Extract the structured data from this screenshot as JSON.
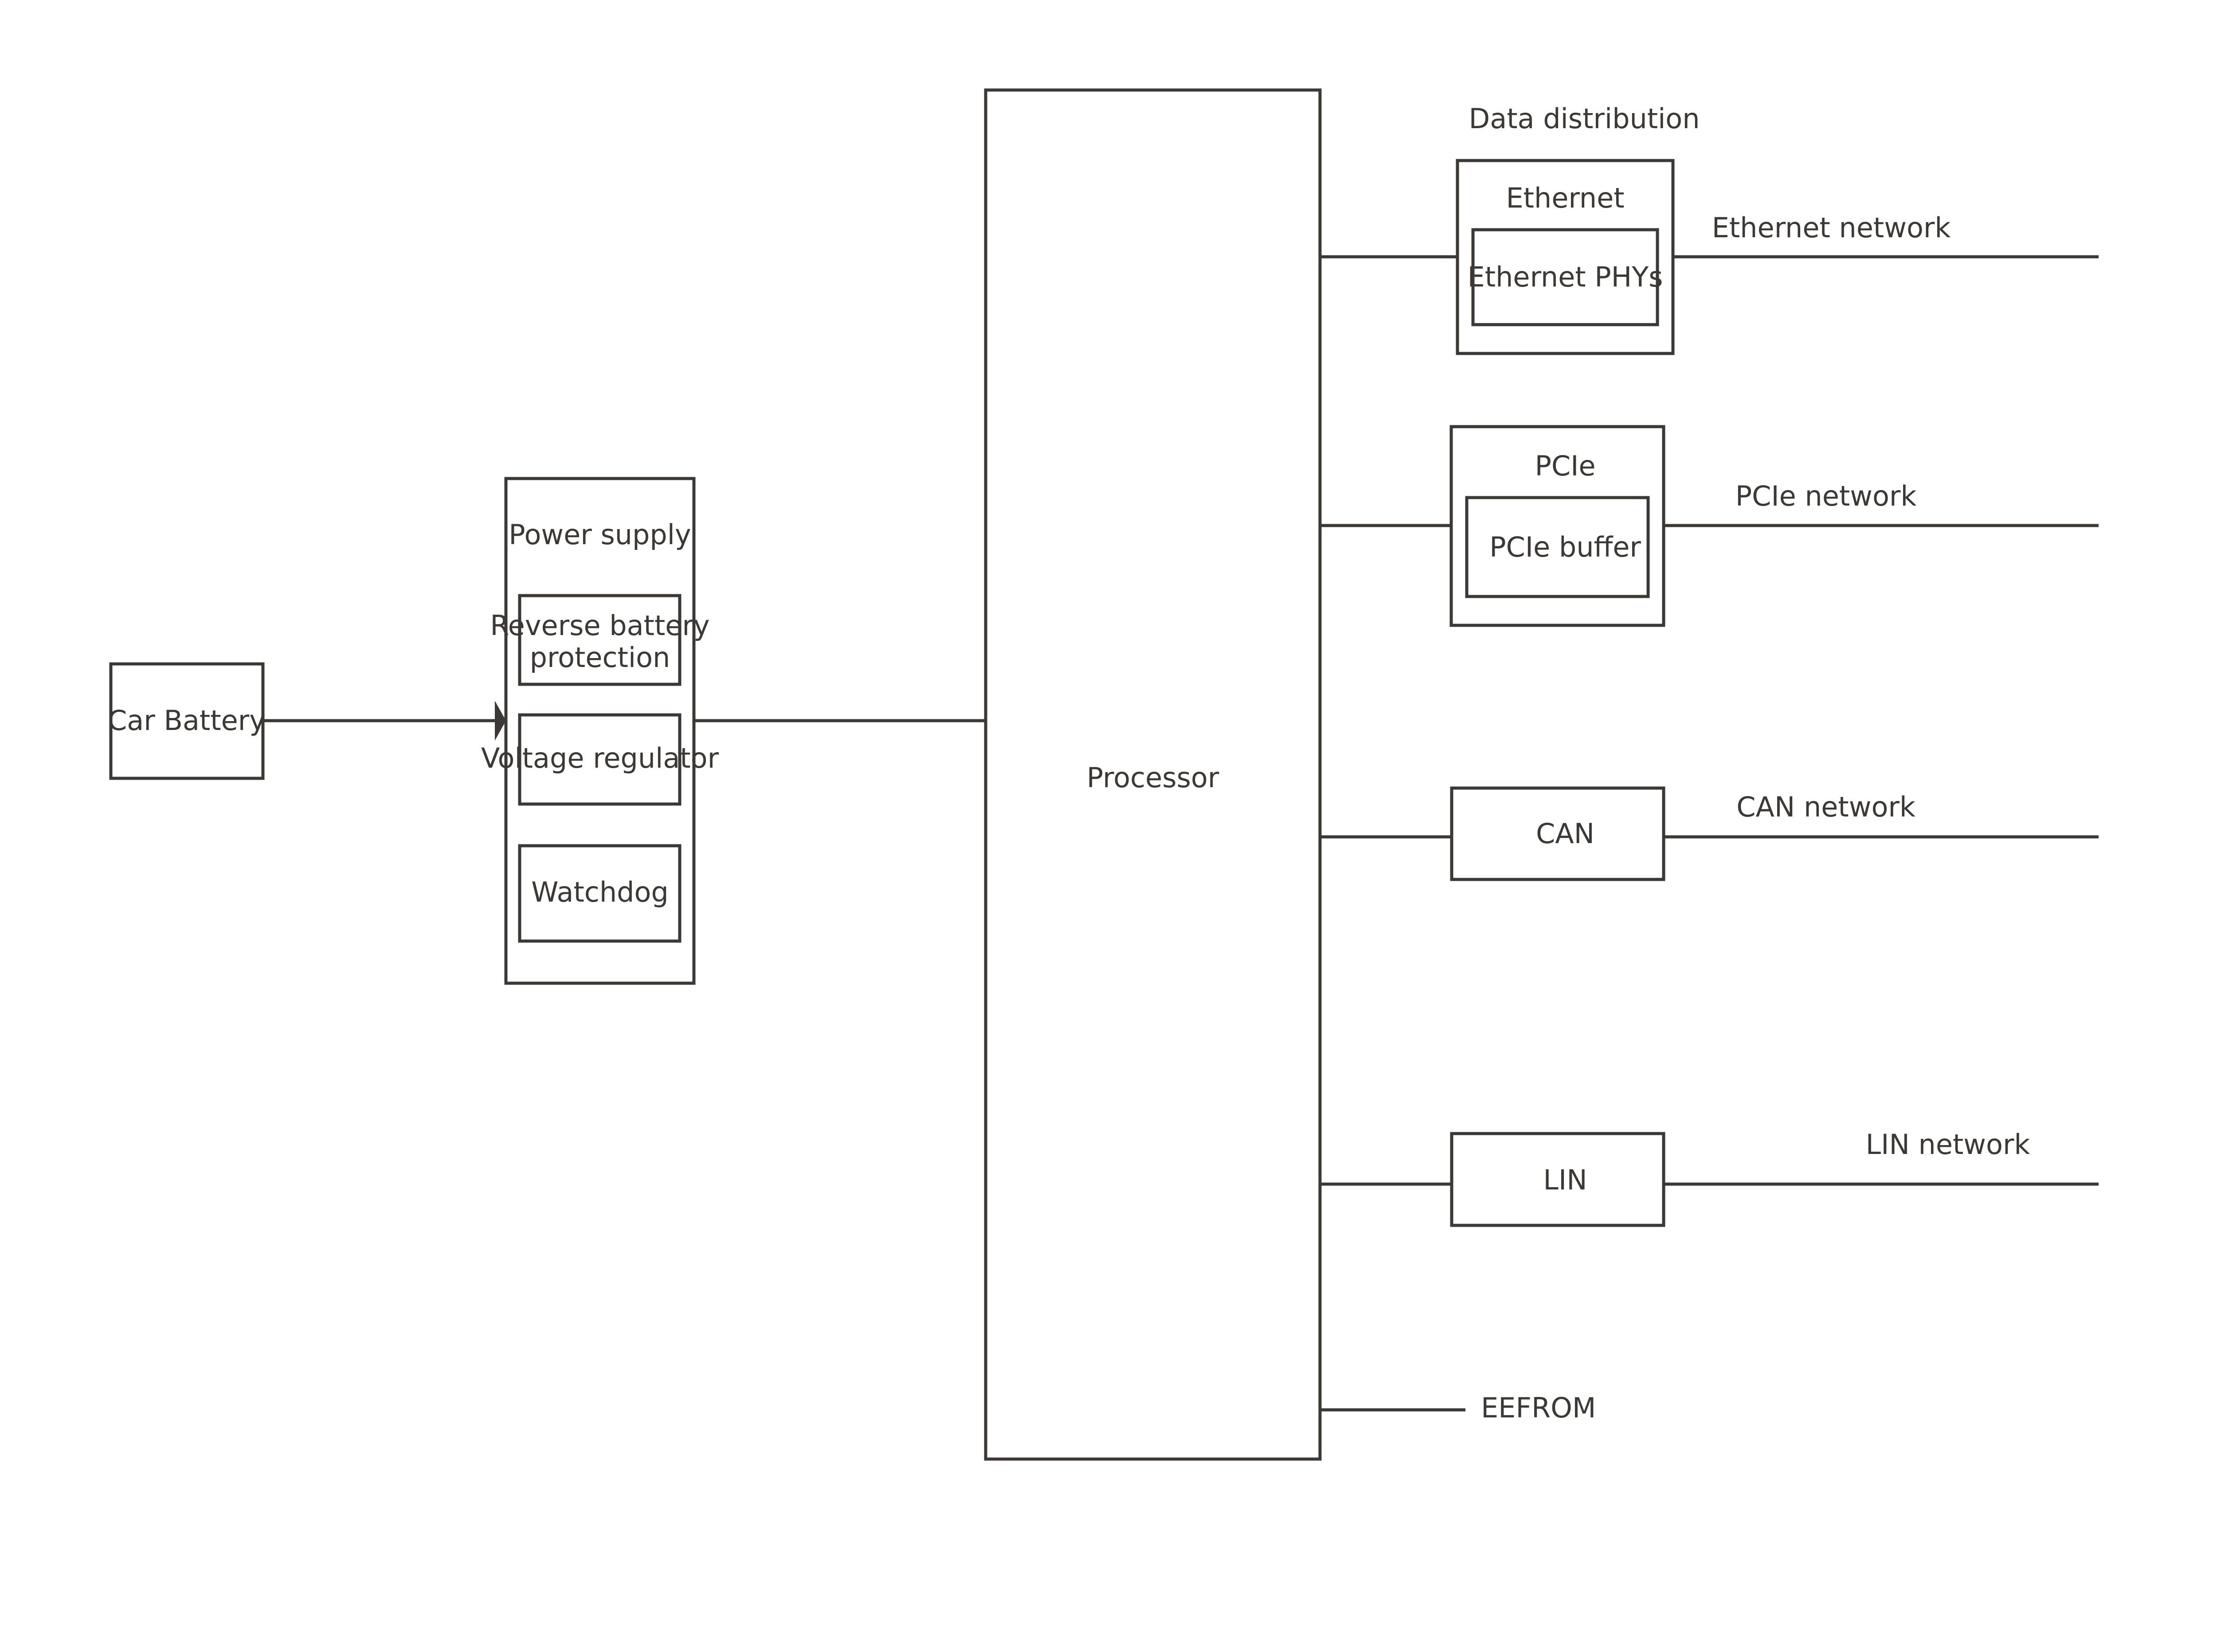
{
  "diagram": {
    "title_section": {
      "data_distribution_label": "Data distribution"
    },
    "power_chain": {
      "car_battery": "Car Battery",
      "power_supply": "Power supply",
      "power_supply_modules": [
        "Reverse battery protection",
        "Voltage regulator",
        "Watchdog"
      ],
      "reverse_battery_line1": "Reverse battery",
      "reverse_battery_line2": "protection",
      "voltage_regulator": "Voltage regulator",
      "watchdog": "Watchdog"
    },
    "core": {
      "processor": "Processor"
    },
    "interfaces": [
      {
        "name": "Ethernet",
        "inner": "Ethernet PHYs",
        "network": "Ethernet network"
      },
      {
        "name": "PCIe",
        "inner": "PCIe buffer",
        "network": "PCIe network"
      },
      {
        "name": "CAN",
        "inner": null,
        "network": "CAN network"
      },
      {
        "name": "LIN",
        "inner": null,
        "network": "LIN network"
      }
    ],
    "memory": {
      "eefrom": "EEFROM"
    },
    "colors": {
      "stroke": "#3b3836",
      "fill": "#ffffff",
      "background": "#ffffff"
    }
  }
}
